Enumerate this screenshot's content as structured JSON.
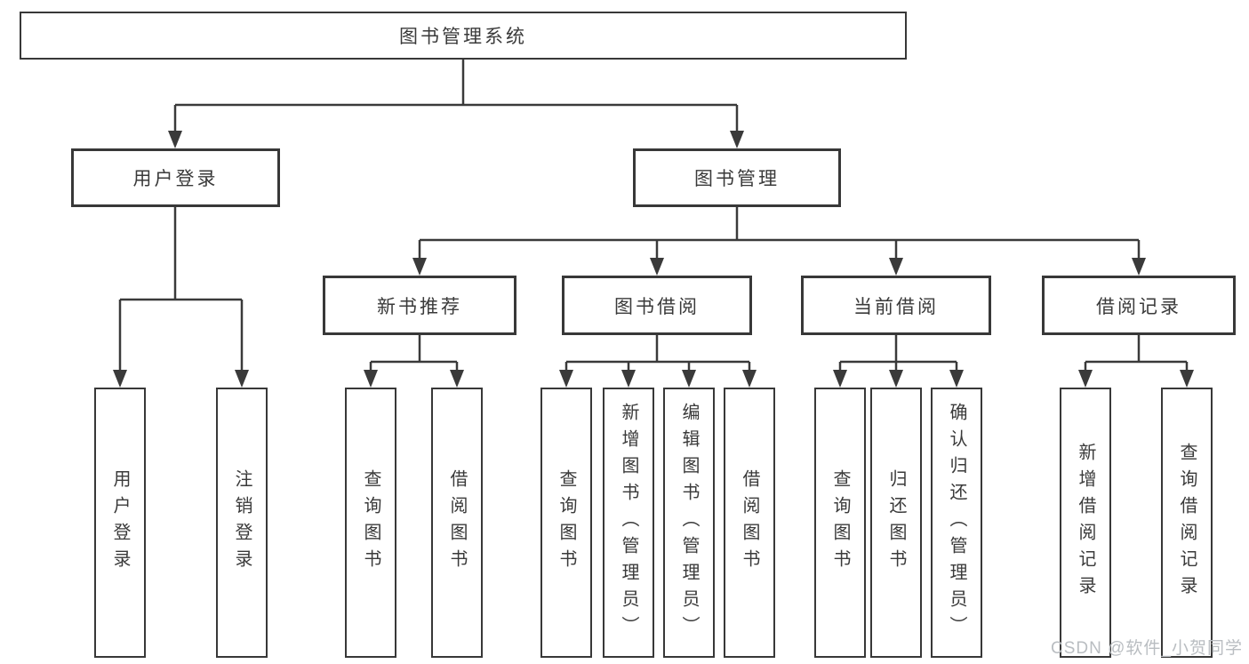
{
  "diagram": {
    "title": "图书管理系统",
    "root": "图书管理系统",
    "branches": [
      {
        "label": "用户登录",
        "children": [
          "用户登录",
          "注销登录"
        ]
      },
      {
        "label": "图书管理",
        "children": [
          {
            "label": "新书推荐",
            "children": [
              "查询图书",
              "借阅图书"
            ]
          },
          {
            "label": "图书借阅",
            "children": [
              "查询图书",
              "新增图书（管理员）",
              "编辑图书（管理员）",
              "借阅图书"
            ]
          },
          {
            "label": "当前借阅",
            "children": [
              "查询图书",
              "归还图书",
              "确认归还（管理员）"
            ]
          },
          {
            "label": "借阅记录",
            "children": [
              "新增借阅记录",
              "查询借阅记录"
            ]
          }
        ]
      }
    ]
  },
  "colors": {
    "line": "#3a3a3a",
    "border": "#383838",
    "text": "#3a3a3a",
    "watermark": "#b9bdc1",
    "background": "#ffffff"
  },
  "watermark": {
    "text": "CSDN @软件_小贺同学"
  }
}
